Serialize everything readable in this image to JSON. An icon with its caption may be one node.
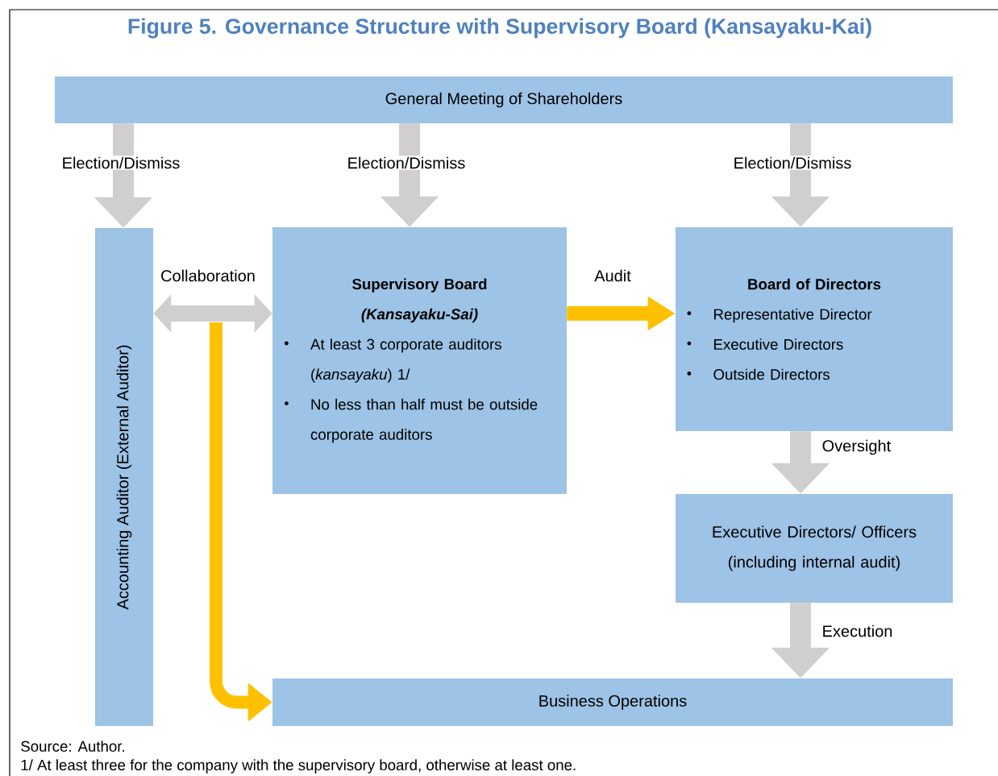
{
  "diagram": {
    "title": "Figure 5. Governance Structure with Supervisory Board (Kansayaku-Kai)",
    "nodes": [
      {
        "text": [
          "General Meeting of Shareholders"
        ]
      },
      {
        "text": [
          "Accounting Auditor (External Auditor)"
        ]
      },
      {
        "text": [
          "Supervisory Board",
          "(Kansayaku-Sai)",
          "At least 3 corporate auditors (*kansayaku*) 1/",
          "No less than half must be outside corporate auditors"
        ]
      },
      {
        "text": [
          "Board of Directors",
          "Representative Director",
          "Executive Directors",
          "Outside Directors"
        ]
      },
      {
        "text": [
          "Executive Directors/ Officers (including internal audit)"
        ]
      },
      {
        "text": [
          "Business Operations"
        ]
      }
    ],
    "edges": [
      {
        "from": 0,
        "to": 1,
        "arrow": "to",
        "label": "Election/Dismiss"
      },
      {
        "from": 0,
        "to": 2,
        "arrow": "to",
        "label": "Election/Dismiss"
      },
      {
        "from": 0,
        "to": 3,
        "arrow": "to",
        "label": "Election/Dismiss"
      },
      {
        "from": 1,
        "to": 2,
        "arrow": "both",
        "label": "Collaboration"
      },
      {
        "from": 2,
        "to": 3,
        "arrow": "to",
        "label": "Audit",
        "color": "#ffc000"
      },
      {
        "from": 3,
        "to": 4,
        "arrow": "to",
        "label": "Oversight"
      },
      {
        "from": 4,
        "to": 5,
        "arrow": "to",
        "label": "Execution"
      },
      {
        "from": null,
        "to": 5,
        "arrow": "to",
        "color": "#ffc000"
      }
    ],
    "labels": [
      "Source: Author.",
      "1/ At least three for the company with the supervisory board, otherwise at least one."
    ]
  }
}
